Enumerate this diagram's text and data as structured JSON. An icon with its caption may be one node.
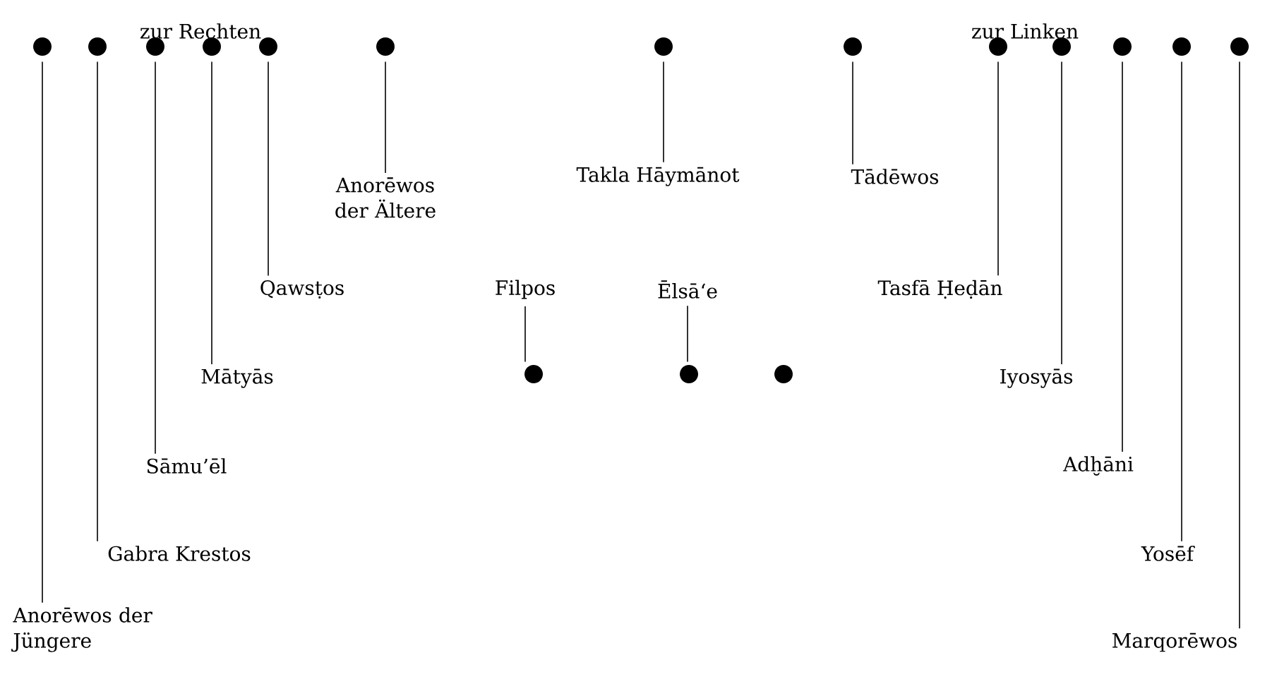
{
  "diagram": {
    "nodes": [
      {
        "text": [],
        "shape": "circle"
      },
      {
        "text": [],
        "shape": "circle"
      },
      {
        "text": [],
        "shape": "circle"
      },
      {
        "text": [],
        "shape": "circle"
      },
      {
        "text": [],
        "shape": "circle"
      },
      {
        "text": [],
        "shape": "circle"
      },
      {
        "text": [],
        "shape": "circle"
      },
      {
        "text": [],
        "shape": "circle"
      },
      {
        "text": [],
        "shape": "circle"
      },
      {
        "text": [],
        "shape": "circle"
      },
      {
        "text": [],
        "shape": "circle"
      },
      {
        "text": [],
        "shape": "circle"
      },
      {
        "text": [],
        "shape": "circle"
      },
      {
        "text": [
          "Anorēwos der Ältere"
        ]
      },
      {
        "text": [
          "Takla Hāymānot"
        ]
      },
      {
        "text": [
          "Tādēwos"
        ]
      },
      {
        "text": [
          "Qawsṭos"
        ]
      },
      {
        "text": [
          "Filpos"
        ]
      },
      {
        "text": [
          "Ēlsā‘e"
        ]
      },
      {
        "text": [
          "Tasfā Ḥeḍān"
        ]
      },
      {
        "text": [
          "Mātyās"
        ]
      },
      {
        "text": [
          "Iyosyās"
        ]
      },
      {
        "text": [],
        "shape": "circle"
      },
      {
        "text": [],
        "shape": "circle"
      },
      {
        "text": [],
        "shape": "circle"
      },
      {
        "text": [
          "Sāmu’ēl"
        ]
      },
      {
        "text": [
          "Adḫāni"
        ]
      },
      {
        "text": [
          "Gabra Krestos"
        ]
      },
      {
        "text": [
          "Yosēf"
        ]
      },
      {
        "text": [
          "Anorēwos der Jüngere"
        ]
      },
      {
        "text": [
          "Marqorēwos"
        ]
      }
    ],
    "edges": [
      {
        "from": 0,
        "to": 29,
        "arrow": "none"
      },
      {
        "from": 1,
        "to": 27,
        "arrow": "none"
      },
      {
        "from": 2,
        "to": 25,
        "arrow": "none"
      },
      {
        "from": 3,
        "to": 20,
        "arrow": "none"
      },
      {
        "from": 4,
        "to": 16,
        "arrow": "none"
      },
      {
        "from": 5,
        "to": 13,
        "arrow": "none"
      },
      {
        "from": 6,
        "to": 14,
        "arrow": "none"
      },
      {
        "from": 7,
        "to": 15,
        "arrow": "none"
      },
      {
        "from": 8,
        "to": 19,
        "arrow": "none"
      },
      {
        "from": 9,
        "to": 21,
        "arrow": "none"
      },
      {
        "from": 10,
        "to": 26,
        "arrow": "none"
      },
      {
        "from": 11,
        "to": 28,
        "arrow": "none"
      },
      {
        "from": 12,
        "to": 30,
        "arrow": "none"
      },
      {
        "from": 17,
        "to": 22,
        "arrow": "none"
      },
      {
        "from": 18,
        "to": 23,
        "arrow": "none"
      }
    ],
    "labels": [
      "zur Rechten",
      "zur Linken"
    ]
  }
}
